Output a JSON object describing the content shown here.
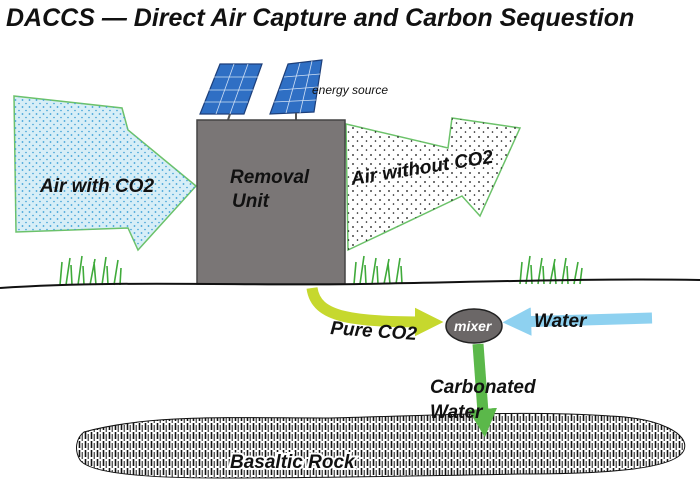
{
  "title": "DACCS — Direct  Air Capture and Carbon Sequestion",
  "labels": {
    "energy_source": "energy source",
    "air_in": "Air with CO2",
    "removal_line1": "Removal",
    "removal_line2": "Unit",
    "air_out": "Air without CO2",
    "pure_co2": "Pure CO2",
    "mixer": "mixer",
    "water": "Water",
    "carbonated_line1": "Carbonated",
    "carbonated_line2": "Water",
    "rock": "Basaltic Rock"
  },
  "colors": {
    "air_in_fill": "#d7eef7",
    "air_in_dots": "#3b9fd6",
    "arrow_outline": "#6cc26a",
    "removal_unit": "#7a7676",
    "pure_co2_arrow": "#c6d82e",
    "water_arrow": "#8ed1f0",
    "carbonated_arrow": "#5bb84a",
    "mixer_fill": "#6b6767",
    "solar_panel": "#2f6fc4",
    "grass": "#3faa3a"
  },
  "icons": [
    "solar-panel-icon",
    "grass-tuft-icon"
  ]
}
